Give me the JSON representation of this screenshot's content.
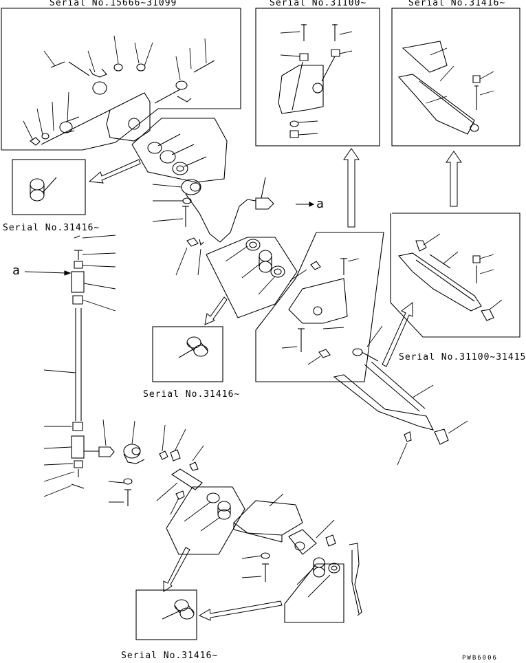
{
  "labels": {
    "serial_top_left": "Serial No.15666~31099",
    "serial_top_mid": "Serial No.31100~",
    "serial_top_right": "Serial No.31416~",
    "serial_left": "Serial No.31416~",
    "serial_center": "Serial No.31416~",
    "serial_right_range": "Serial No.31100~31415",
    "serial_bottom": "Serial No.31416~",
    "marker_a_right": "a",
    "marker_a_left": "a",
    "drawing_ref": "PWB6006"
  }
}
